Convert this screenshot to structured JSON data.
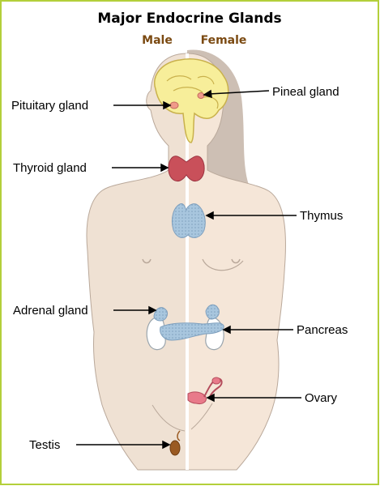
{
  "title": "Major Endocrine Glands",
  "subtitle_male": "Male",
  "subtitle_female": "Female",
  "labels": {
    "pituitary": "Pituitary gland",
    "pineal": "Pineal gland",
    "thyroid": "Thyroid gland",
    "thymus": "Thymus",
    "adrenal": "Adrenal gland",
    "pancreas": "Pancreas",
    "ovary": "Ovary",
    "testis": "Testis"
  },
  "colors": {
    "border": "#b3cf3a",
    "male_skin": "#efe1d3",
    "female_skin": "#f5e6d8",
    "skin_outline": "#b9a89a",
    "female_hair": "#cdbfb4",
    "brain": "#f7ee9a",
    "brain_outline": "#c9b14c",
    "thyroid": "#c9505a",
    "gland_blue": "#a8c6de",
    "gland_blue_outline": "#7e9fbd",
    "kidney": "#ffffff",
    "pituitary": "#f09a8a",
    "ovary": "#e87a8a",
    "testis": "#9a5a22",
    "subtitle": "#7b4a12",
    "text": "#000000"
  }
}
